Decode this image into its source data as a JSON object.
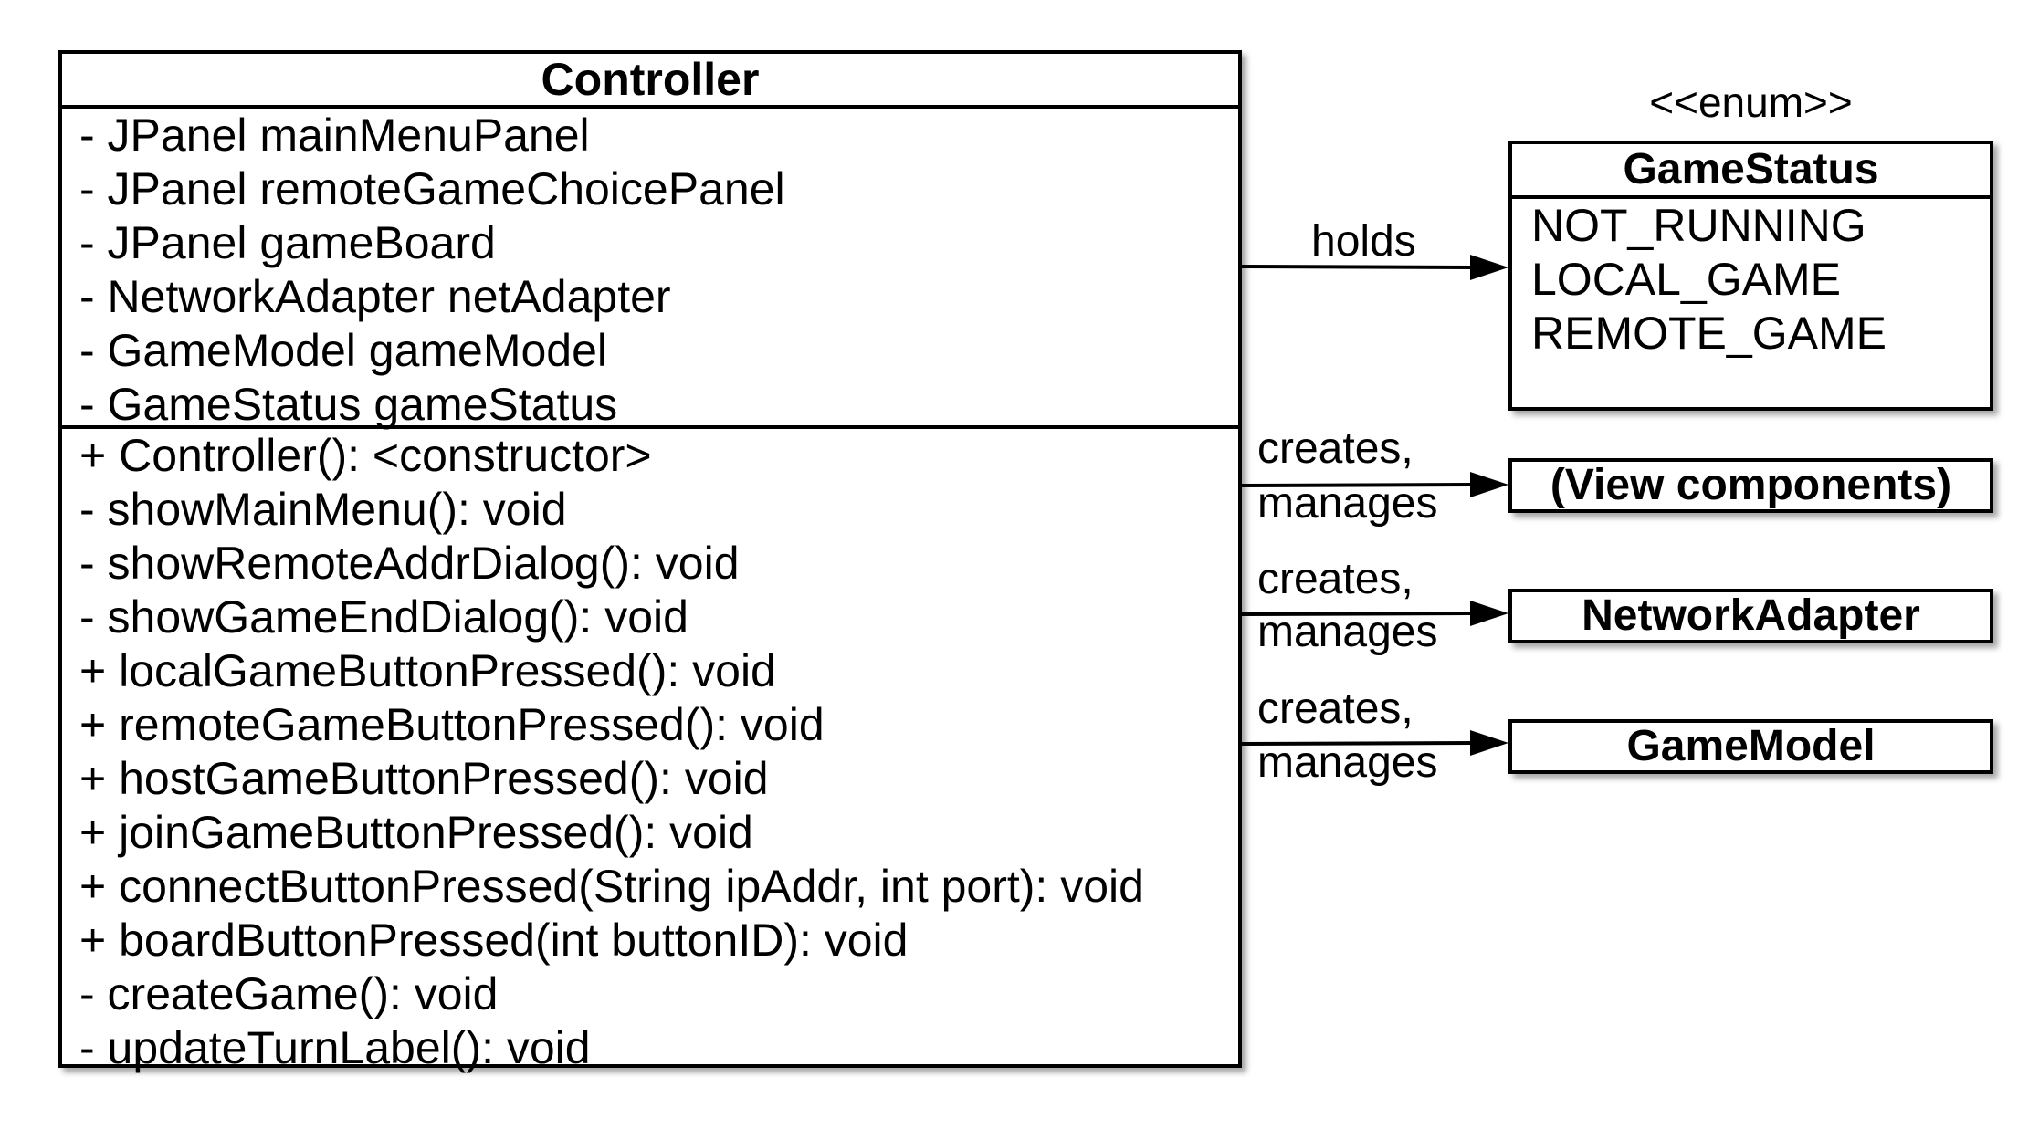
{
  "controller": {
    "name": "Controller",
    "attributes": [
      "- JPanel mainMenuPanel",
      "- JPanel remoteGameChoicePanel",
      "- JPanel gameBoard",
      "- NetworkAdapter netAdapter",
      "- GameModel gameModel",
      "- GameStatus gameStatus"
    ],
    "operations": [
      "+ Controller(): <constructor>",
      "- showMainMenu(): void",
      "- showRemoteAddrDialog(): void",
      "- showGameEndDialog(): void",
      "+ localGameButtonPressed(): void",
      "+ remoteGameButtonPressed(): void",
      "+ hostGameButtonPressed(): void",
      "+ joinGameButtonPressed(): void",
      "+ connectButtonPressed(String ipAddr, int port): void",
      "+ boardButtonPressed(int buttonID): void",
      "- createGame(): void",
      "- updateTurnLabel(): void"
    ]
  },
  "game_status": {
    "stereotype": "<<enum>>",
    "name": "GameStatus",
    "values": [
      "NOT_RUNNING",
      "LOCAL_GAME",
      "REMOTE_GAME"
    ]
  },
  "targets": {
    "view": "(View components)",
    "network": "NetworkAdapter",
    "model": "GameModel"
  },
  "relations": {
    "holds": "holds",
    "creates": "creates,",
    "manages": "manages"
  }
}
